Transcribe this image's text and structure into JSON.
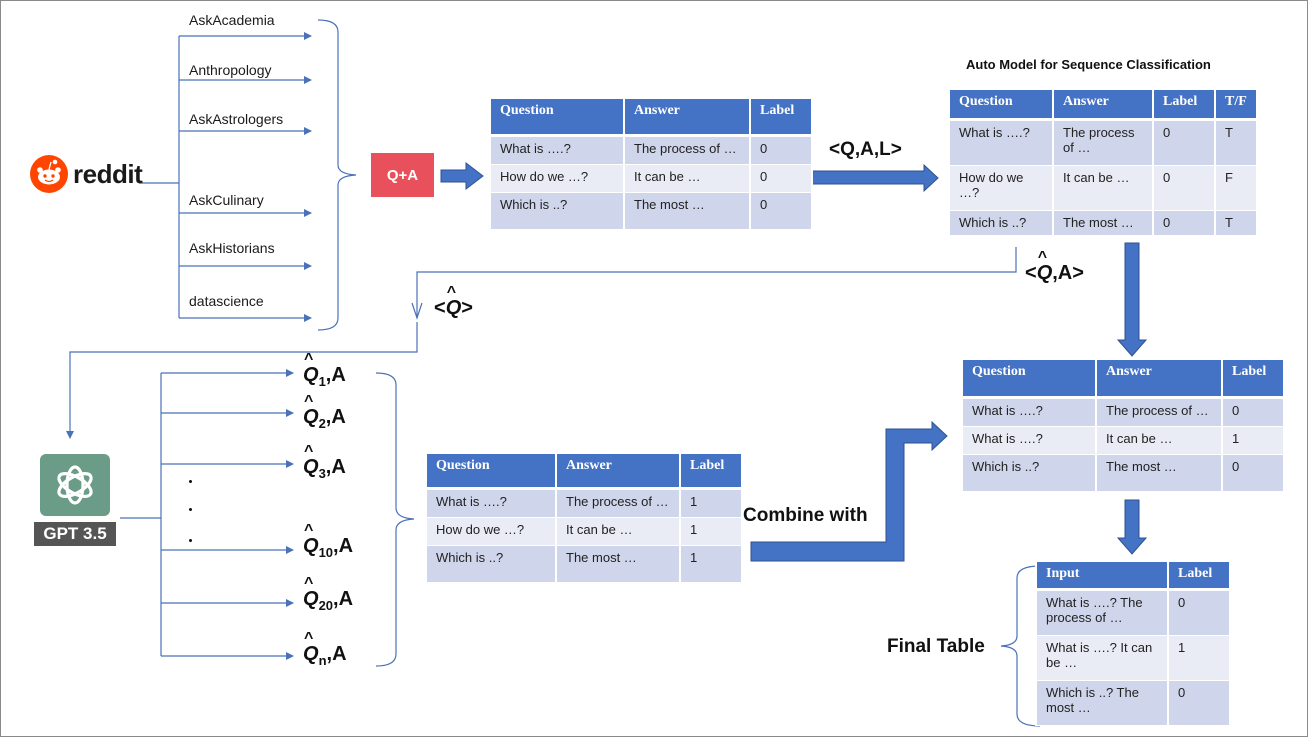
{
  "reddit": {
    "wordmark": "reddit"
  },
  "subreddits": [
    "AskAcademia",
    "Anthropology",
    "AskAstrologers",
    "AskCulinary",
    "AskHistorians",
    "datascience"
  ],
  "qa_badge": "Q+A",
  "table1": {
    "headers": [
      "Question",
      "Answer",
      "Label"
    ],
    "rows": [
      [
        "What is ….?",
        "The process of …",
        "0"
      ],
      [
        "How do we …?",
        "It can be …",
        "0"
      ],
      [
        "Which is ..?",
        "The most …",
        "0"
      ]
    ]
  },
  "qal_label": "<Q,A,L>",
  "auto_model": {
    "title": "Auto Model for Sequence Classification",
    "headers": [
      "Question",
      "Answer",
      "Label",
      "T/F"
    ],
    "rows": [
      [
        "What is ….?",
        "The process of …",
        "0",
        "T"
      ],
      [
        "How do we …?",
        "It can be …",
        "0",
        "F"
      ],
      [
        "Which is ..?",
        "The most …",
        "0",
        "T"
      ]
    ]
  },
  "qhat_a_label": ",A>",
  "qhat_label": "<",
  "qhat_label_end": ">",
  "gpt": {
    "label": "GPT 3.5"
  },
  "paraphrases": [
    {
      "sub": "1",
      "suffix": ",A"
    },
    {
      "sub": "2",
      "suffix": ",A"
    },
    {
      "sub": "3",
      "suffix": ",A"
    },
    {
      "sub": "10",
      "suffix": ",A"
    },
    {
      "sub": "20",
      "suffix": ",A"
    },
    {
      "sub": "n",
      "suffix": ",A"
    }
  ],
  "table_gpt": {
    "headers": [
      "Question",
      "Answer",
      "Label"
    ],
    "rows": [
      [
        "What is ….?",
        "The process of …",
        "1"
      ],
      [
        "How do we …?",
        "It can be …",
        "1"
      ],
      [
        "Which is ..?",
        "The most …",
        "1"
      ]
    ]
  },
  "combine_label": "Combine with",
  "table_right": {
    "headers": [
      "Question",
      "Answer",
      "Label"
    ],
    "rows": [
      [
        "What is ….?",
        "The process of …",
        "0"
      ],
      [
        "What is ….?",
        "It can be …",
        "1"
      ],
      [
        "Which is ..?",
        "The most …",
        "0"
      ]
    ]
  },
  "final": {
    "label": "Final Table",
    "headers": [
      "Input",
      "Label"
    ],
    "rows": [
      [
        "What is ….? The process of …",
        "0"
      ],
      [
        "What is ….? It can be …",
        "1"
      ],
      [
        "Which is ..? The most …",
        "0"
      ]
    ]
  },
  "colors": {
    "blue": "#4472C4",
    "line": "#4A72B8",
    "row_dark": "#CFD5EA",
    "row_light": "#E9EBF5",
    "qa": "#E8505B",
    "reddit": "#FF4500",
    "gpt": "#6b9c88"
  }
}
